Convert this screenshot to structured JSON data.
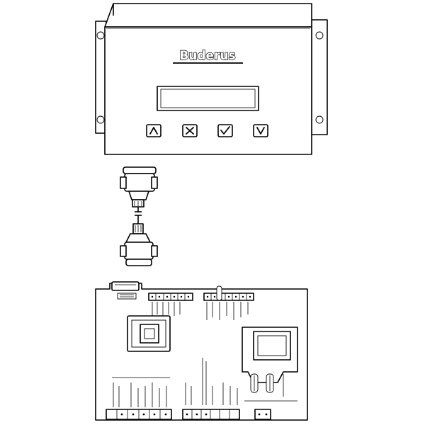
{
  "controller": {
    "brand": "Buderus",
    "buttons": [
      {
        "name": "up-button",
        "icon": "chevron-up-icon"
      },
      {
        "name": "cancel-button",
        "icon": "x-icon"
      },
      {
        "name": "confirm-button",
        "icon": "check-icon"
      },
      {
        "name": "down-button",
        "icon": "chevron-down-icon"
      }
    ]
  },
  "cable": {
    "type": "D-sub serial cable",
    "break": true
  },
  "board": {
    "type": "control circuit board"
  }
}
